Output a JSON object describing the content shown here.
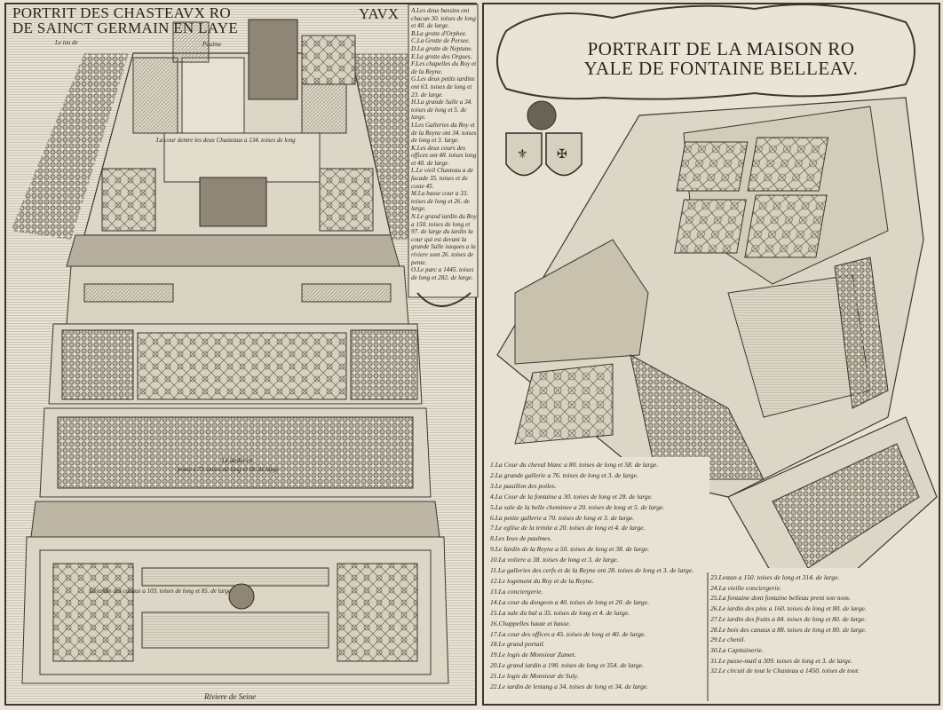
{
  "left_plate": {
    "title_line1": "PORTRIT DES CHASTEAVX RO",
    "title_line1_end": "YAVX",
    "title_line2": "DE SAINCT GERMAIN EN LAYE",
    "labels": {
      "jeu_de_paulme_a": "Le ieu de",
      "jeu_de_paulme_b": "Paulme",
      "cour": "La cour dentre les deux Chasteaux a 134. toises de long",
      "jardin_terrasse": "Le iardin en",
      "jardin_terrasse_b": "ponte a 73. toises de long et 58. de large",
      "jardin_canaux": "Le iardin des canaux a 103. toises de long et 85. de large",
      "riviere": "Riviere de Seine"
    },
    "legend": [
      "A.Les deux bassins ont chacun 30. toises de long et 40. de large.",
      "B.La grotte d'Orphee.",
      "C.La Grotte de Persee.",
      "D.La grotte de Neptune.",
      "E.La grotte des Orgues.",
      "F.Les chapelles du Roy et de la Reyne.",
      "G.Les deux petits iardins ont 63. toises de long et 23. de large.",
      "H.La grande Salle a 34. toises de long et 5. de large.",
      "I.Les Galleries du Roy et de la Reyne ont 34. toises de long et 3. large.",
      "K.Les deux cours des offices ont 48. toises long et 40. de large.",
      "L.Le vieil Chasteau a de facade 35. toises et de coste 45.",
      "M.La basse cour a 33. toises de long et 26. de large.",
      "N.Le grand iardin du Roy a 150. toises de long et 97. de large du iardin la cour qui est devant la grande Salle iusques a la riviere sont 26. toises de pente.",
      "O.Le parc a 1445. toises de long et 282. de large."
    ]
  },
  "right_plate": {
    "title_line1": "PORTRAIT DE LA MAISON RO",
    "title_line2": "YALE DE FONTAINE BELLEAV.",
    "legend_left": [
      "1.La Cour du cheval blanc a 80. toises de long et 58. de large.",
      "2.La grande gallerie a 76. toises de long et 3. de large.",
      "3.Le pauillon des poiles.",
      "4.La Cour de la fontaine a 30. toises de long et 28. de large.",
      "5.La sale de la belle cheminee a 20. toises de long et 5. de large.",
      "6.La petite gallerie a 70. toises de long et 3. de large.",
      "7.Le eglise de la trinite a 20. toises de long et 4. de large.",
      "8.Les Ieux de paulmes.",
      "9.Le Iardin de la Reyne a 50. toises de long et 38. de large.",
      "10.La voliere a 38. toises de long et 3. de large.",
      "11.La galleries des cerfs et de la Reyne ont 28. toises de long et 3. de large.",
      "12.Le logement du Roy et de la Reyne.",
      "13.La conciergerie.",
      "14.La cour du dongeon a 40. toises de long et 20. de large.",
      "15.La sale du bal a 35. toises de long et 4. de large.",
      "16.Chappelles haute et basse.",
      "17.La cour des offices a 45. toises de long et 40. de large.",
      "18.Le grand portail.",
      "19.Le logis de Monsieur Zamet.",
      "20.Le grand iardin a 190. toises de long et 354. de large.",
      "21.Le logis de Monsieur de Suly.",
      "22.Le iardin de lestang a 34. toises de long et 34. de large."
    ],
    "legend_right": [
      "23.Lestan a 150. toises de long et 314. de large.",
      "24.La vieille conciergerie.",
      "25.La fontaine dont fontaine belleau prent son nom.",
      "26.Le iardin des pins a 160. toises de long et 80. de large.",
      "27.Le iardin des fruits a 84. toises de long et 80. de large.",
      "28.Le bois des canaux a 88. toises de long et 80. de large.",
      "29.Le chenil.",
      "30.La Capitainerie.",
      "31.Le passe-mail a 309. toises de long et 3. de large.",
      "32.Le circuit de tout le Chasteau a 1450. toises de tour."
    ]
  },
  "colors": {
    "paper": "#e7e2d4",
    "ink": "#2f2a25",
    "water": "#d9d4c4"
  }
}
